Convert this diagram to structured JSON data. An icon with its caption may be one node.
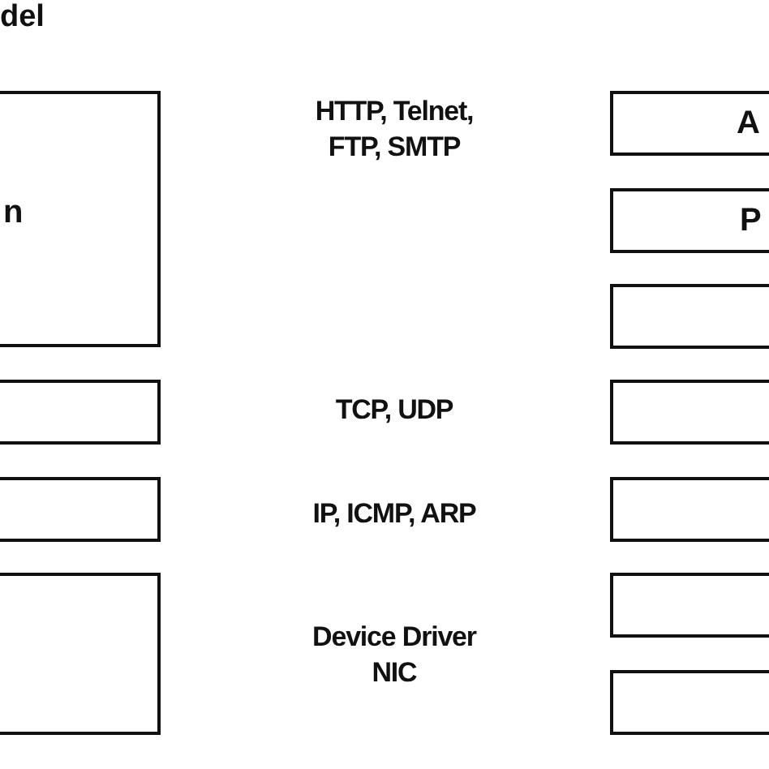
{
  "diagram": {
    "title": "del",
    "nodes": [
      {
        "text": [
          "n"
        ]
      },
      {
        "text": [],
        "shape": "box"
      },
      {
        "text": [],
        "shape": "box"
      },
      {
        "text": [],
        "shape": "box"
      },
      {
        "text": [
          "A"
        ]
      },
      {
        "text": [
          "P"
        ]
      },
      {
        "text": [],
        "shape": "box"
      },
      {
        "text": [],
        "shape": "box"
      },
      {
        "text": [],
        "shape": "box"
      },
      {
        "text": [],
        "shape": "box"
      },
      {
        "text": [],
        "shape": "box"
      }
    ],
    "labels": [
      "HTTP, Telnet, FTP, SMTP",
      "TCP, UDP",
      "IP, ICMP, ARP",
      "Device Driver NIC"
    ]
  }
}
